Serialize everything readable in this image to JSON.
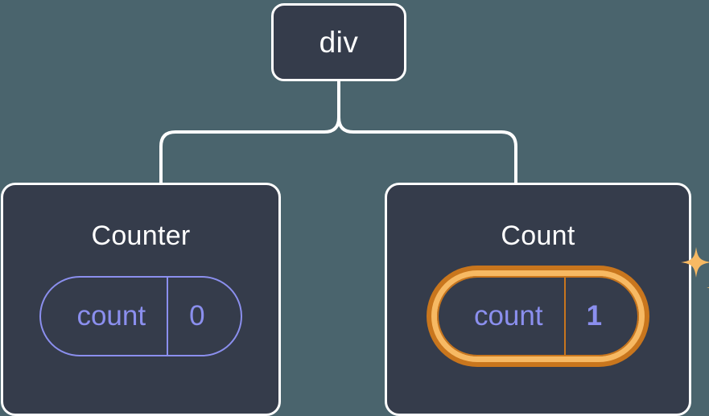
{
  "diagram": {
    "type": "component-tree",
    "background_color": "#4a646d",
    "node_fill_color": "#353c4b",
    "node_border_color": "#ffffff",
    "accent_color": "#8b8fee",
    "highlight_color_outer": "#c9761d",
    "highlight_color_inner": "#f7b963",
    "root": {
      "label": "div"
    },
    "children": [
      {
        "title": "Counter",
        "state": {
          "key": "count",
          "value": "0"
        },
        "highlighted": false
      },
      {
        "title": "Count",
        "state": {
          "key": "count",
          "value": "1"
        },
        "highlighted": true,
        "sparkle_icons": [
          "sparkle-large",
          "sparkle-small"
        ]
      }
    ]
  }
}
